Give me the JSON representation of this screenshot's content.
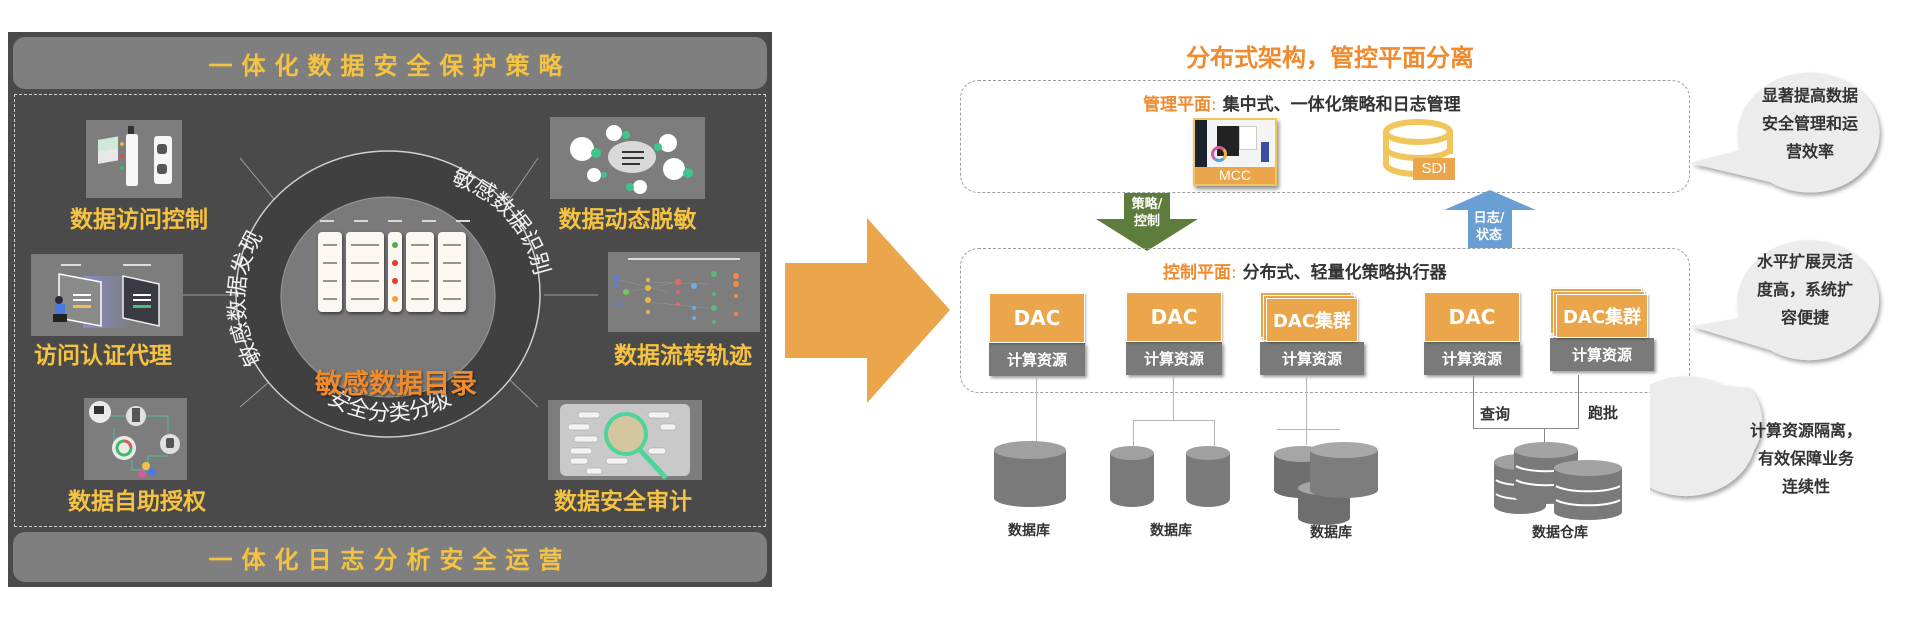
{
  "left_panel": {
    "top_band": "一体化数据安全保护策略",
    "bottom_band": "一体化日志分析安全运营",
    "center_title": "敏感数据目录",
    "ring_labels": {
      "left": "敏感数据发现",
      "right": "敏感数据识别",
      "bottom": "安全分类分级"
    },
    "modules": [
      {
        "id": "access-control",
        "label": "数据访问控制",
        "icon": "access-control-diagram"
      },
      {
        "id": "dynamic-masking",
        "label": "数据动态脱敏",
        "icon": "gears-masking-diagram"
      },
      {
        "id": "auth-proxy",
        "label": "访问认证代理",
        "icon": "auth-proxy-diagram"
      },
      {
        "id": "data-flow",
        "label": "数据流转轨迹",
        "icon": "flow-graph-diagram"
      },
      {
        "id": "self-authorization",
        "label": "数据自助授权",
        "icon": "authorization-cycle-diagram"
      },
      {
        "id": "security-audit",
        "label": "数据安全审计",
        "icon": "magnifier-audit-diagram"
      }
    ]
  },
  "arrow": {
    "icon": "right-arrow-icon",
    "color": "#eba54a"
  },
  "right_diagram": {
    "title": "分布式架构，管控平面分离",
    "management_plane": {
      "name": "管理平面",
      "separator": ":",
      "description": "集中式、一体化策略和日志管理",
      "components": [
        {
          "label": "MCC",
          "icon": "console-screenshot-icon"
        },
        {
          "label": "SDI",
          "icon": "database-outline-icon"
        }
      ]
    },
    "down_arrow": {
      "line1": "策略/",
      "line2": "控制",
      "color": "#5e7d3c"
    },
    "up_arrow": {
      "line1": "日志/",
      "line2": "状态",
      "color": "#6a9fd4"
    },
    "control_plane": {
      "name": "控制平面",
      "separator": ":",
      "description": "分布式、轻量化策略执行器",
      "nodes": [
        {
          "label": "DAC",
          "resource": "计算资源",
          "cluster": false
        },
        {
          "label": "DAC",
          "resource": "计算资源",
          "cluster": false
        },
        {
          "label": "DAC集群",
          "resource": "计算资源",
          "cluster": true
        },
        {
          "label": "DAC",
          "resource": "计算资源",
          "cluster": false
        },
        {
          "label": "DAC集群",
          "resource": "计算资源",
          "cluster": true
        }
      ]
    },
    "connection_labels": {
      "query": "查询",
      "batch": "跑批"
    },
    "storage": [
      {
        "label": "数据库",
        "kind": "single"
      },
      {
        "label": "数据库",
        "kind": "pair"
      },
      {
        "label": "数据库",
        "kind": "cluster"
      },
      {
        "label": "数据仓库",
        "kind": "warehouse"
      }
    ],
    "benefits": [
      {
        "lines": [
          "显著提高数据",
          "安全管理和运",
          "营效率"
        ]
      },
      {
        "lines": [
          "水平扩展灵活",
          "度高，系统扩",
          "容便捷"
        ]
      },
      {
        "lines": [
          "计算资源隔离，",
          "有效保障业务",
          "连续性"
        ]
      }
    ],
    "colors": {
      "accent": "#ef8a2e",
      "dac_orange": "#eba54a",
      "resource_gray": "#7a7a7a",
      "band_yellow": "#f5c242"
    }
  }
}
